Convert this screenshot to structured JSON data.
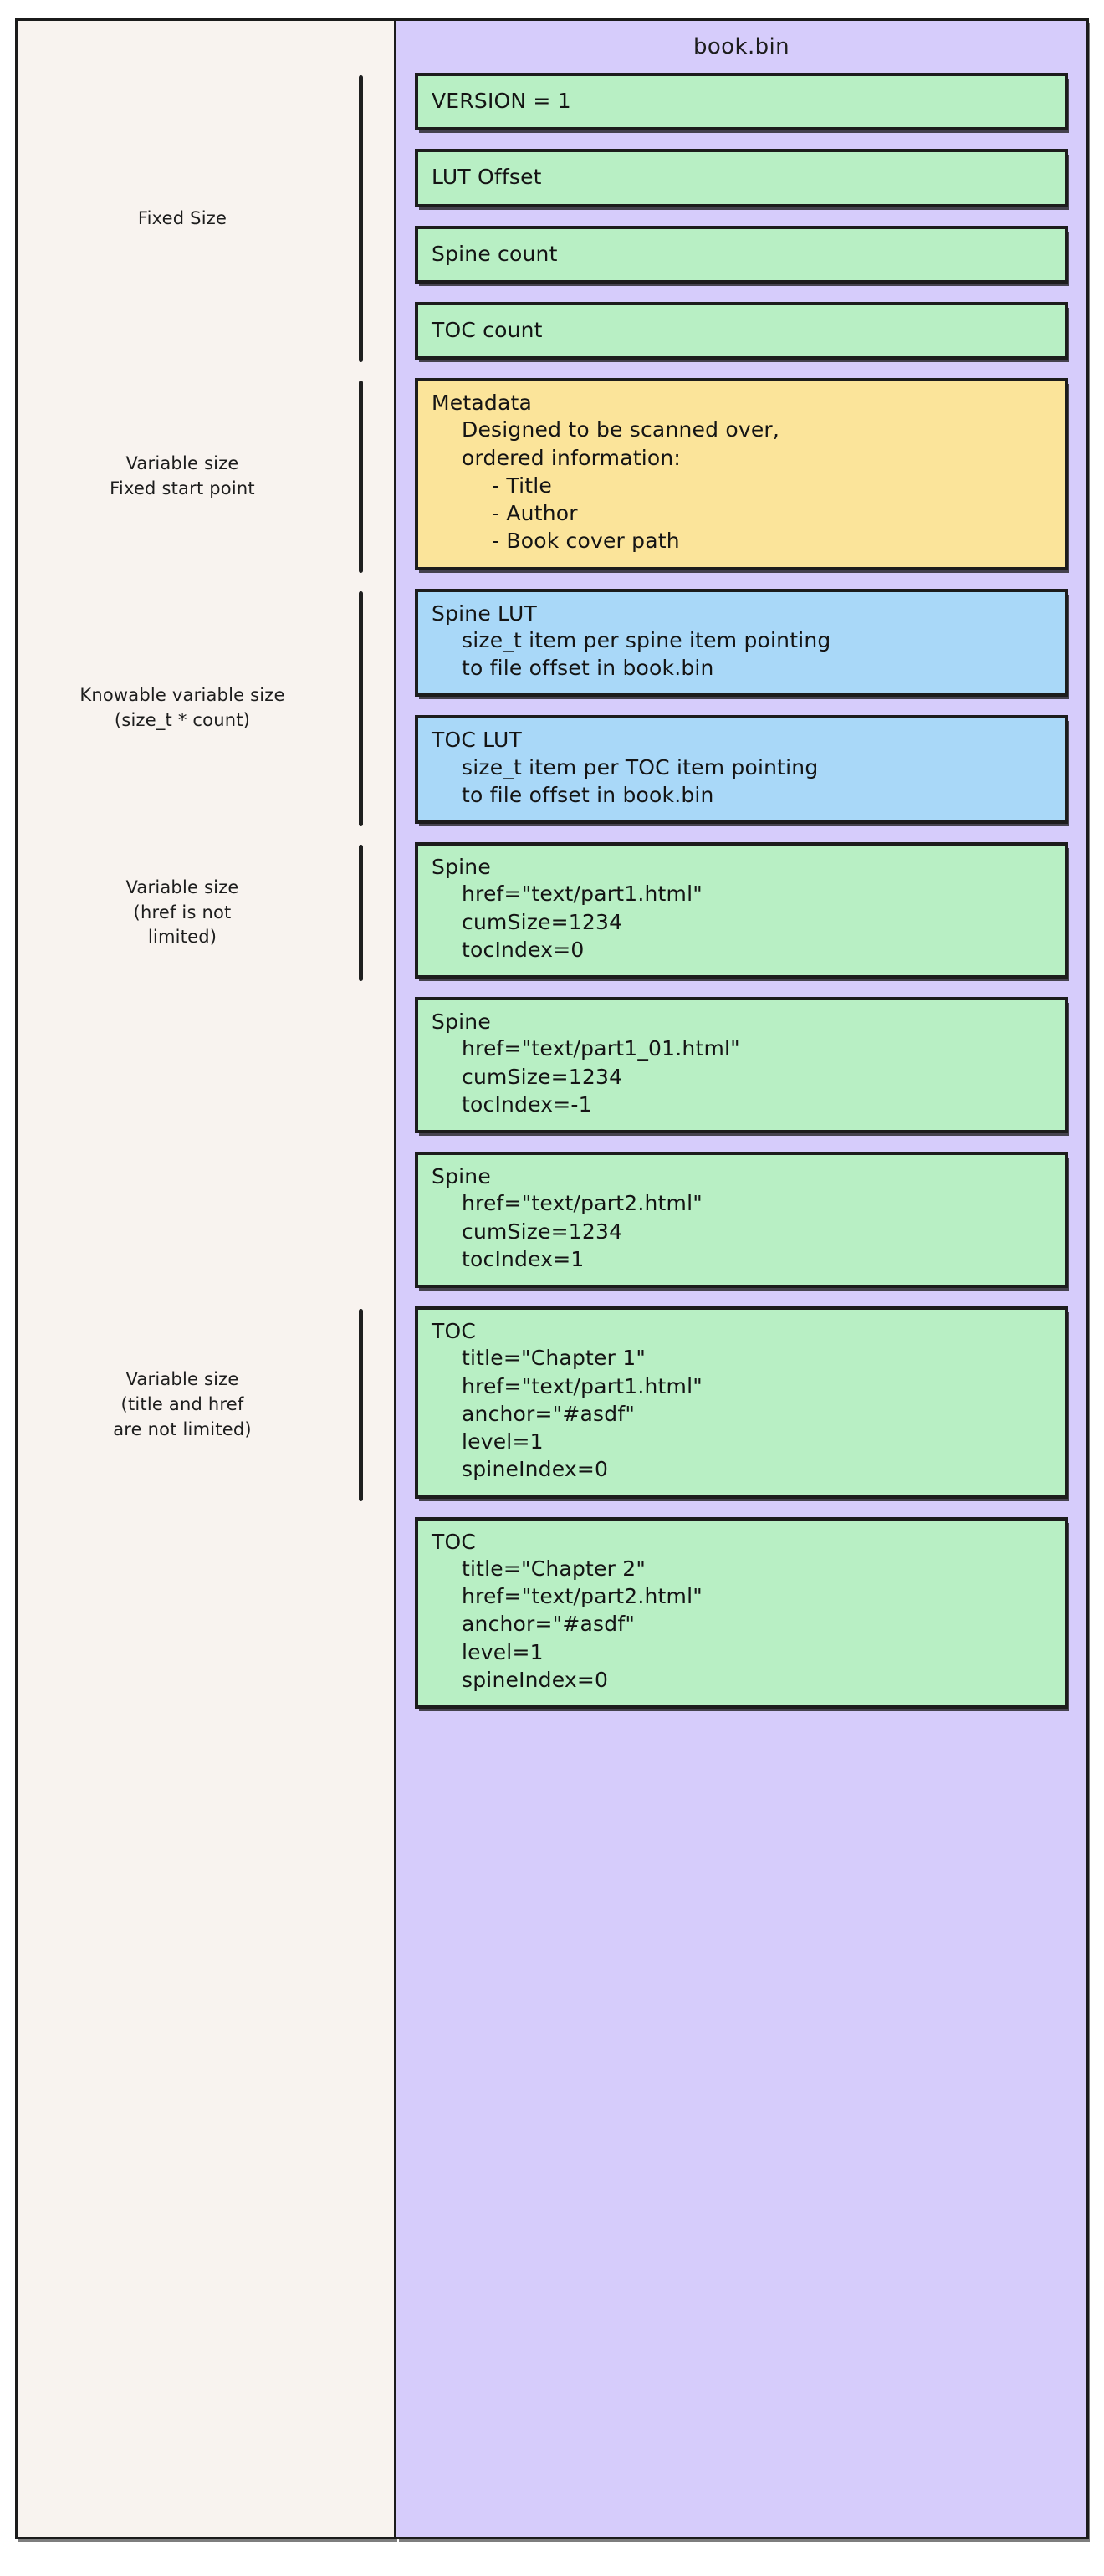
{
  "file": {
    "title": "book.bin"
  },
  "colors": {
    "page_bg": "#ffffff",
    "left_panel_bg": "#f8f3ef",
    "file_panel_bg": "#d6ccfb",
    "green_block": "#b8efc4",
    "yellow_block": "#fbe49a",
    "blue_block": "#a9d8f8",
    "stroke": "#1c1c1c"
  },
  "annotations": [
    {
      "id": "fixed-size",
      "lines": [
        "Fixed Size"
      ]
    },
    {
      "id": "variable-fixed-start",
      "lines": [
        "Variable size",
        "Fixed start point"
      ]
    },
    {
      "id": "knowable-variable",
      "lines": [
        "Knowable variable size",
        "(size_t * count)"
      ]
    },
    {
      "id": "variable-href",
      "lines": [
        "Variable size",
        "(href is not",
        "limited)"
      ]
    },
    {
      "id": "variable-title-href",
      "lines": [
        "Variable size",
        "(title and href",
        "are not limited)"
      ]
    }
  ],
  "blocks": [
    {
      "id": "version",
      "color": "green",
      "kind": "row",
      "head": "VERSION = 1",
      "lines": []
    },
    {
      "id": "lut-offset",
      "color": "green",
      "kind": "row",
      "head": "LUT Offset",
      "lines": []
    },
    {
      "id": "spine-count",
      "color": "green",
      "kind": "row",
      "head": "Spine count",
      "lines": []
    },
    {
      "id": "toc-count",
      "color": "green",
      "kind": "row",
      "head": "TOC count",
      "lines": []
    },
    {
      "id": "metadata",
      "color": "yellow",
      "kind": "body",
      "head": "Metadata",
      "lines": [
        {
          "text": "Designed to be scanned over,",
          "indent": 1
        },
        {
          "text": "ordered information:",
          "indent": 1
        },
        {
          "text": "- Title",
          "indent": 2
        },
        {
          "text": "- Author",
          "indent": 2
        },
        {
          "text": "- Book cover path",
          "indent": 2
        }
      ]
    },
    {
      "id": "spine-lut",
      "color": "blue",
      "kind": "body",
      "head": "Spine LUT",
      "lines": [
        {
          "text": "size_t item per spine item pointing",
          "indent": 1
        },
        {
          "text": "to file offset in book.bin",
          "indent": 1
        }
      ]
    },
    {
      "id": "toc-lut",
      "color": "blue",
      "kind": "body",
      "head": "TOC LUT",
      "lines": [
        {
          "text": "size_t item per TOC item pointing",
          "indent": 1
        },
        {
          "text": "to file offset in book.bin",
          "indent": 1
        }
      ]
    },
    {
      "id": "spine-1",
      "color": "green",
      "kind": "body",
      "head": "Spine",
      "lines": [
        {
          "text": "href=\"text/part1.html\"",
          "indent": 1
        },
        {
          "text": "cumSize=1234",
          "indent": 1
        },
        {
          "text": "tocIndex=0",
          "indent": 1
        }
      ]
    },
    {
      "id": "spine-2",
      "color": "green",
      "kind": "body",
      "head": "Spine",
      "lines": [
        {
          "text": "href=\"text/part1_01.html\"",
          "indent": 1
        },
        {
          "text": "cumSize=1234",
          "indent": 1
        },
        {
          "text": "tocIndex=-1",
          "indent": 1
        }
      ]
    },
    {
      "id": "spine-3",
      "color": "green",
      "kind": "body",
      "head": "Spine",
      "lines": [
        {
          "text": "href=\"text/part2.html\"",
          "indent": 1
        },
        {
          "text": "cumSize=1234",
          "indent": 1
        },
        {
          "text": "tocIndex=1",
          "indent": 1
        }
      ]
    },
    {
      "id": "toc-1",
      "color": "green",
      "kind": "body",
      "head": "TOC",
      "lines": [
        {
          "text": "title=\"Chapter 1\"",
          "indent": 1
        },
        {
          "text": "href=\"text/part1.html\"",
          "indent": 1
        },
        {
          "text": "anchor=\"#asdf\"",
          "indent": 1
        },
        {
          "text": "level=1",
          "indent": 1
        },
        {
          "text": "spineIndex=0",
          "indent": 1
        }
      ]
    },
    {
      "id": "toc-2",
      "color": "green",
      "kind": "body",
      "head": "TOC",
      "lines": [
        {
          "text": "title=\"Chapter 2\"",
          "indent": 1
        },
        {
          "text": "href=\"text/part2.html\"",
          "indent": 1
        },
        {
          "text": "anchor=\"#asdf\"",
          "indent": 1
        },
        {
          "text": "level=1",
          "indent": 1
        },
        {
          "text": "spineIndex=0",
          "indent": 1
        }
      ]
    }
  ]
}
